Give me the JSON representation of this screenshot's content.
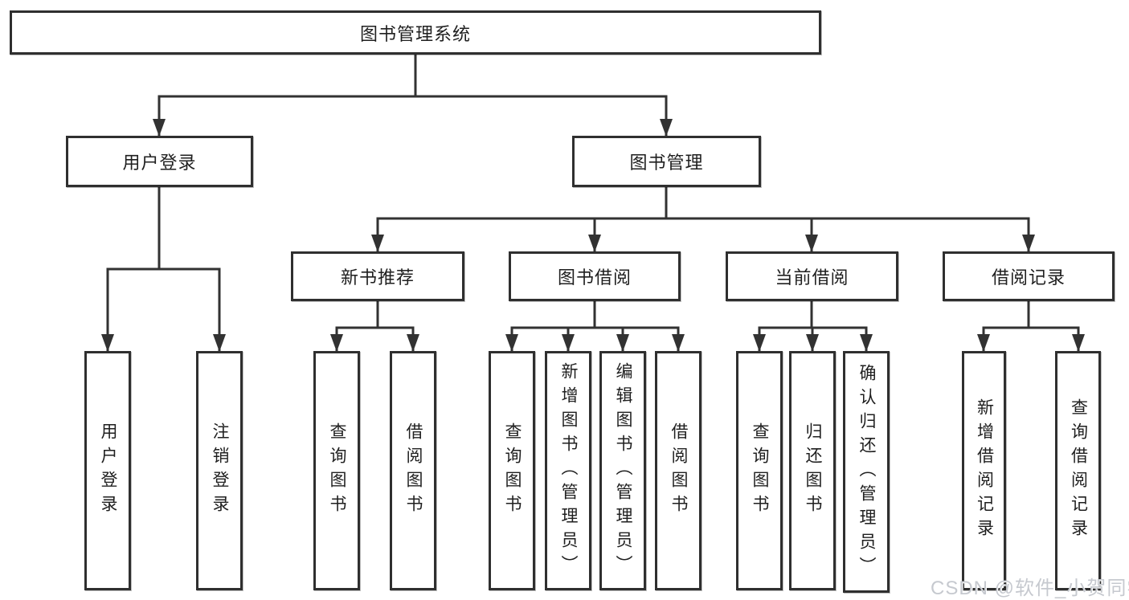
{
  "diagram_title": "图书管理系统",
  "tree": {
    "label": "图书管理系统",
    "children": [
      {
        "label": "用户登录",
        "children": [
          {
            "label": "用户登录"
          },
          {
            "label": "注销登录"
          }
        ]
      },
      {
        "label": "图书管理",
        "children": [
          {
            "label": "新书推荐",
            "children": [
              {
                "label": "查询图书"
              },
              {
                "label": "借阅图书"
              }
            ]
          },
          {
            "label": "图书借阅",
            "children": [
              {
                "label": "查询图书"
              },
              {
                "label": "新增图书（管理员）"
              },
              {
                "label": "编辑图书（管理员）"
              },
              {
                "label": "借阅图书"
              }
            ]
          },
          {
            "label": "当前借阅",
            "children": [
              {
                "label": "查询图书"
              },
              {
                "label": "归还图书"
              },
              {
                "label": "确认归还（管理员）"
              }
            ]
          },
          {
            "label": "借阅记录",
            "children": [
              {
                "label": "新增借阅记录"
              },
              {
                "label": "查询借阅记录"
              }
            ]
          }
        ]
      }
    ]
  },
  "watermark": "CSDN @软件_小贺同学",
  "colors": {
    "line": "#323232",
    "border": "#2f2f2f",
    "text": "#1f1f1f",
    "watermark_text": "#c6c9cf",
    "background": "#ffffff"
  }
}
